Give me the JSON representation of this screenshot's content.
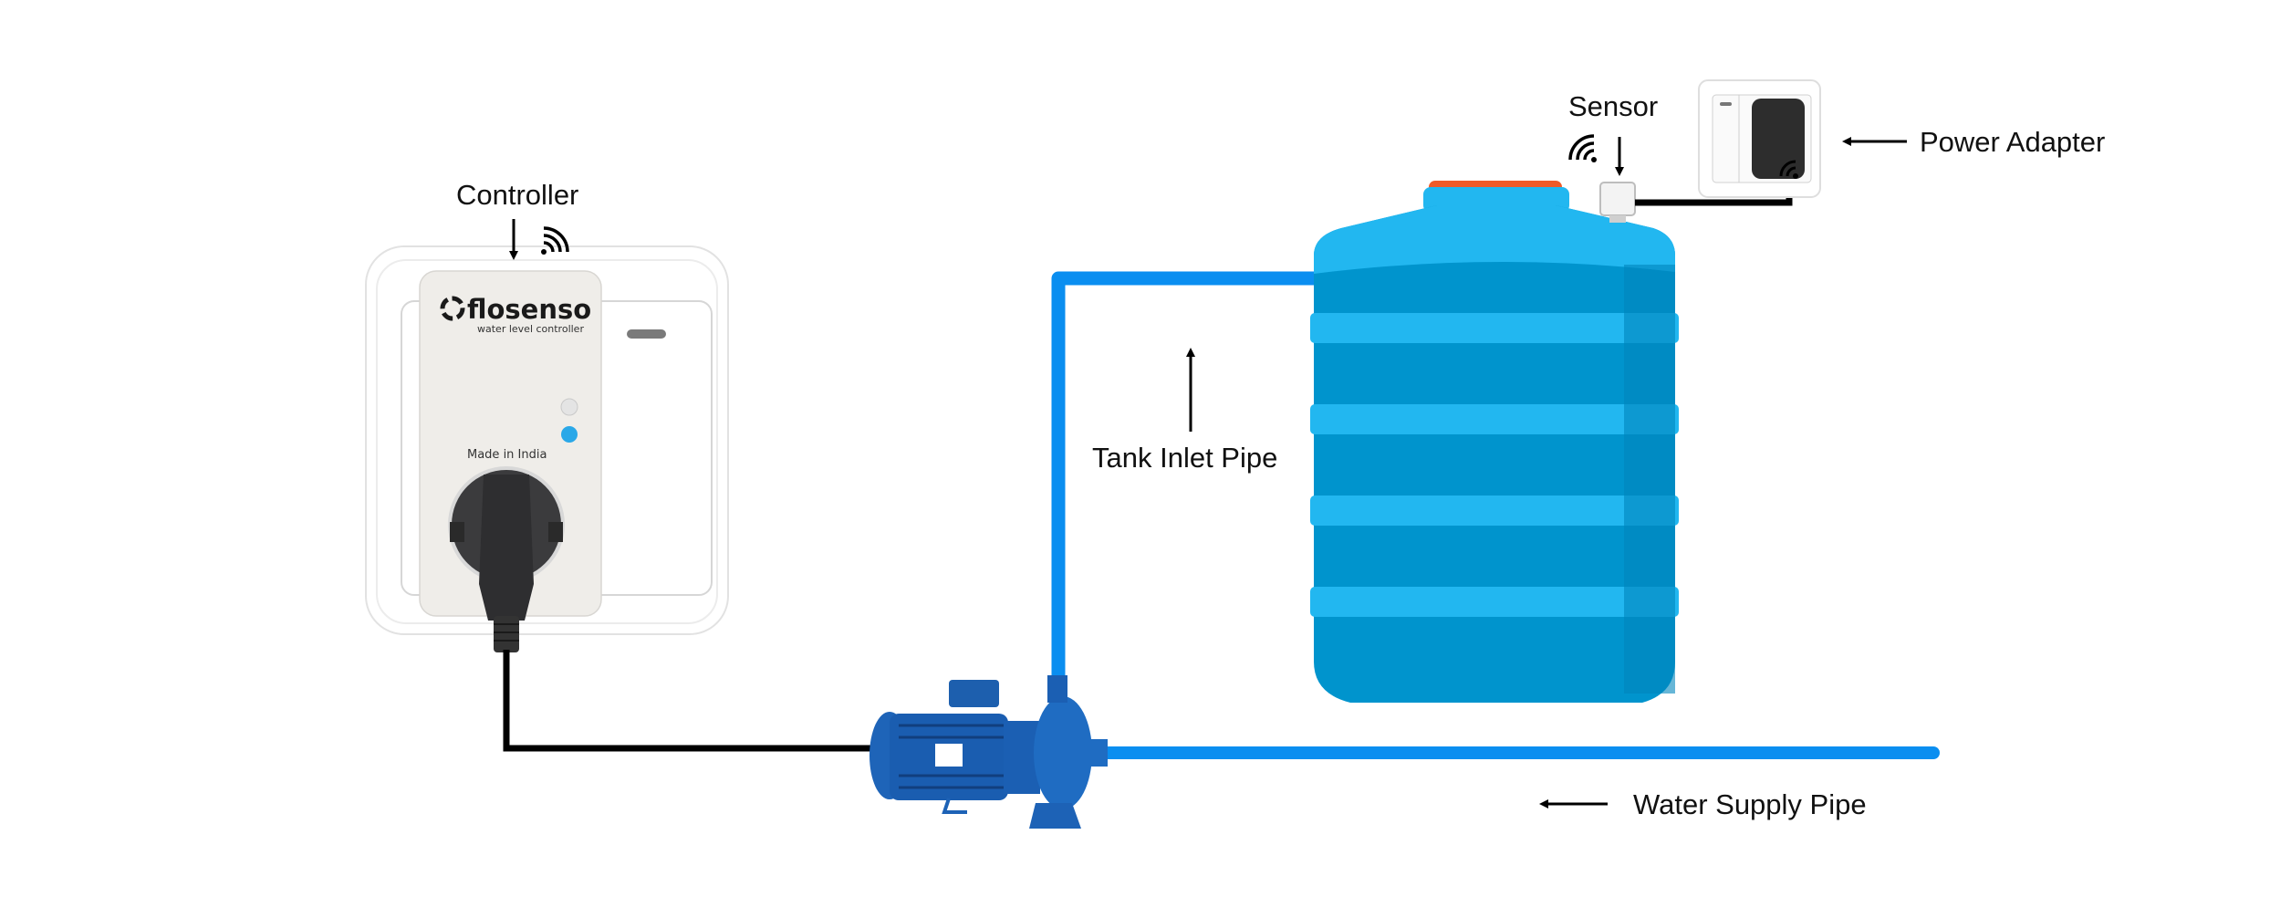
{
  "labels": {
    "controller": "Controller",
    "sensor": "Sensor",
    "power_adapter": "Power Adapter",
    "tank_inlet_pipe": "Tank Inlet Pipe",
    "water_supply_pipe": "Water Supply Pipe"
  },
  "controller_device": {
    "brand": "flosenso",
    "tagline": "water level controller",
    "footer": "Made in India"
  },
  "colors": {
    "pipe": "#0a8ef0",
    "tank_light": "#22b7f0",
    "tank_body": "#0094cd",
    "tank_lid": "#f05a28",
    "led_blue": "#2aa8e8",
    "cable": "#000000"
  },
  "icons": [
    "wifi-icon",
    "arrow-icon",
    "flosenso-logo-icon"
  ]
}
